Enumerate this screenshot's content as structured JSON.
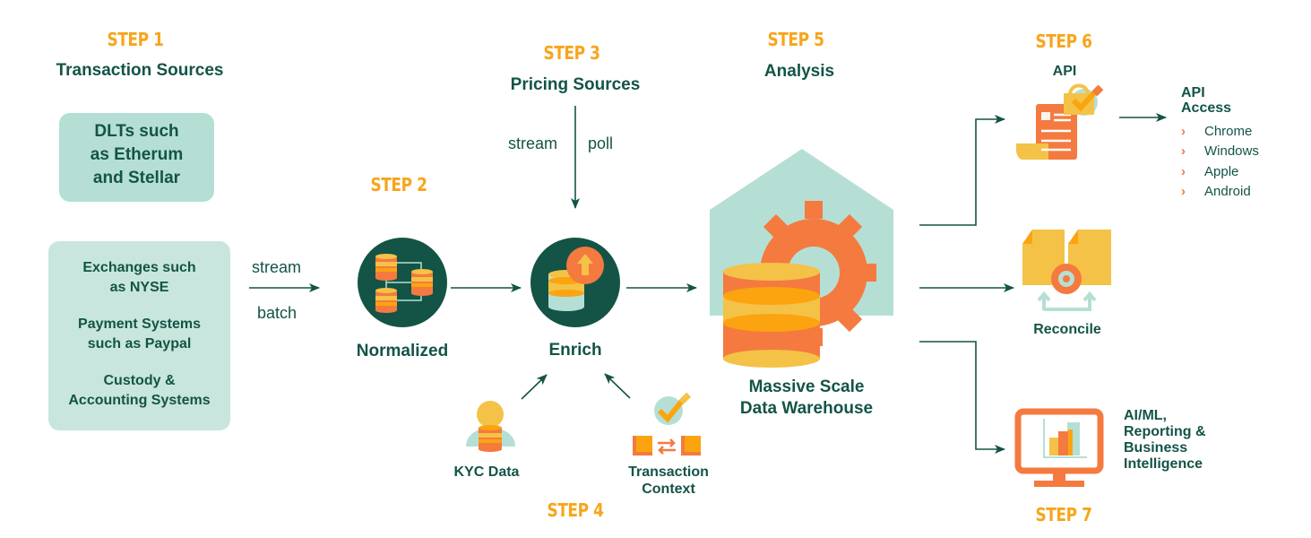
{
  "colors": {
    "dark_green": "#135447",
    "orange_step": "#f7a51c",
    "mint": "#b5dfd5",
    "mint_light": "#c8e6dd",
    "orange": "#f47a3f",
    "yellow": "#f4c247",
    "amber": "#fba40f"
  },
  "step1": {
    "step": "STEP 1",
    "title": "Transaction Sources",
    "box1": [
      "DLTs such",
      "as Etherum",
      "and Stellar"
    ],
    "box2": [
      [
        "Exchanges such",
        "as NYSE"
      ],
      [
        "Payment Systems",
        "such as Paypal"
      ],
      [
        "Custody &",
        "Accounting Systems"
      ]
    ],
    "flow_top": "stream",
    "flow_bottom": "batch"
  },
  "step2": {
    "step": "STEP 2",
    "label": "Normalized",
    "icon": "database-network-icon"
  },
  "step3": {
    "step": "STEP 3",
    "title": "Pricing Sources",
    "flow_left": "stream",
    "flow_right": "poll",
    "label": "Enrich",
    "icon": "database-upload-icon"
  },
  "step4": {
    "step": "STEP 4",
    "kyc_label": "KYC Data",
    "context_label": [
      "Transaction",
      "Context"
    ]
  },
  "step5": {
    "step": "STEP 5",
    "title": "Analysis",
    "label": [
      "Massive Scale",
      "Data Warehouse"
    ]
  },
  "step6": {
    "step": "STEP 6",
    "title": "API",
    "access_title": [
      "API",
      "Access"
    ],
    "access_items": [
      "Chrome",
      "Windows",
      "Apple",
      "Android"
    ],
    "reconcile_label": "Reconcile"
  },
  "step7": {
    "step": "STEP 7",
    "label": [
      "AI/ML,",
      "Reporting &",
      "Business",
      "Intelligence"
    ]
  }
}
